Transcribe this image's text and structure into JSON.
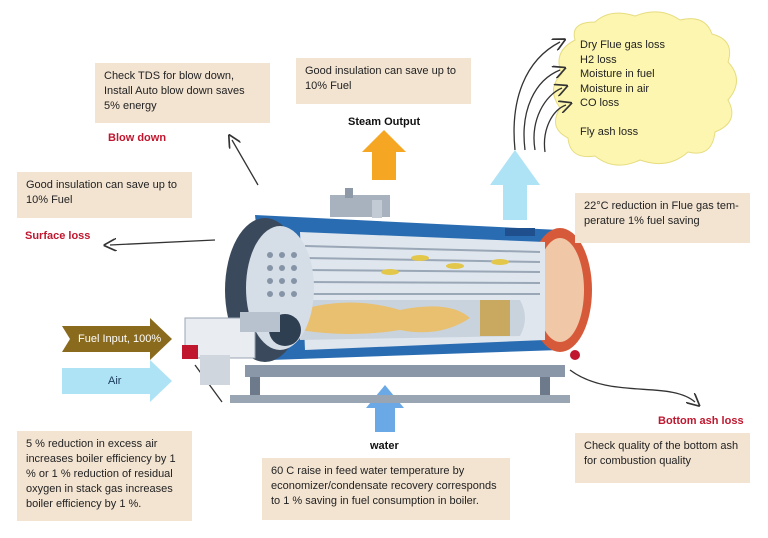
{
  "boxes": {
    "blowdown_tip": "Check TDS for blow down, Install Auto blow down saves 5% energy",
    "insulation_top": "Good insulation can save up to 10% Fuel",
    "insulation_left": "Good insulation can save up to 10% Fuel",
    "flue_gas_tip": "22°C reduction in Flue gas tem-perature 1% fuel saving",
    "excess_air_tip": "5 % reduction in excess air increases boiler efficiency by 1 % or 1 % reduction of residual oxygen in stack gas increases boiler efficiency by 1 %.",
    "feed_water_tip": "60 C raise in feed water temperature by economizer/condensate recovery corresponds to 1 % saving in fuel consumption in boiler.",
    "bottom_ash_tip": "Check quality of the bottom ash for combustion quality"
  },
  "labels": {
    "blow_down": "Blow down",
    "surface_loss": "Surface loss",
    "steam_output": "Steam Output",
    "water": "water",
    "bottom_ash_loss": "Bottom ash loss",
    "fuel_input": "Fuel Input, 100%",
    "air": "Air"
  },
  "losses": [
    "Dry Flue gas loss",
    "H2 loss",
    "Moisture in fuel",
    "Moisture in air",
    "CO loss",
    "",
    "Fly ash loss"
  ],
  "colors": {
    "tip_box": "#f3e4d2",
    "cloud": "#fdf6b0",
    "label_red": "#c0172f",
    "steam_arrow": "#f5a623",
    "blue_arrow": "#aee2f5",
    "fuel_arrow": "#8a6a1c",
    "boiler_blue": "#2a6cb2"
  }
}
